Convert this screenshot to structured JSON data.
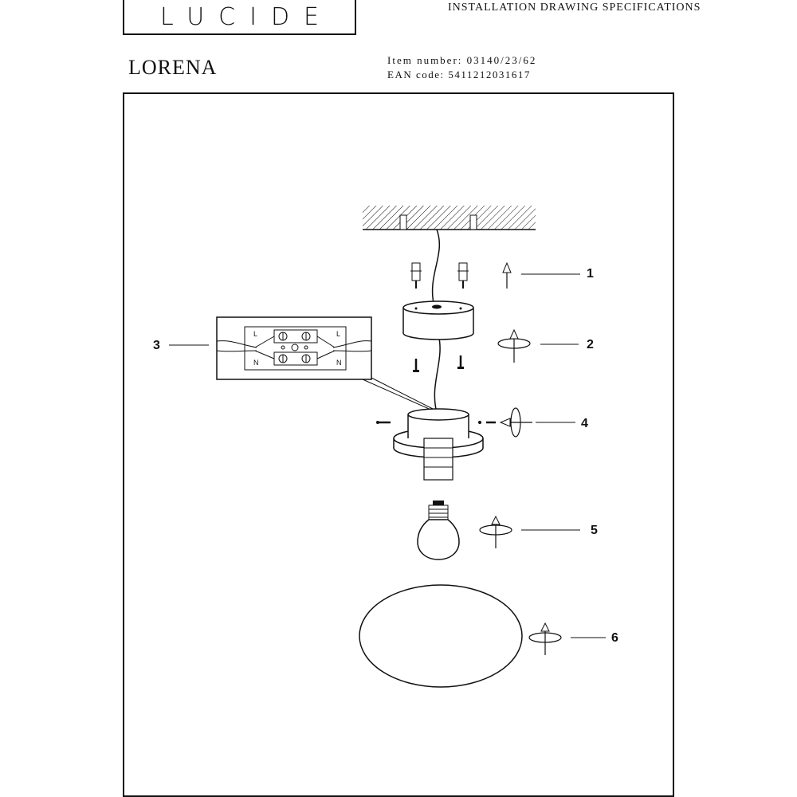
{
  "brand": {
    "logo_text": "LUCIDE"
  },
  "header": {
    "doc_title": "INSTALLATION DRAWING SPECIFICATIONS",
    "product_name": "LORENA",
    "item_number": "Item number: 03140/23/62",
    "ean_code": "EAN code: 5411212031617"
  },
  "steps": [
    "1",
    "2",
    "3",
    "4",
    "5",
    "6"
  ],
  "wiring": {
    "live": "L",
    "neutral": "N"
  }
}
